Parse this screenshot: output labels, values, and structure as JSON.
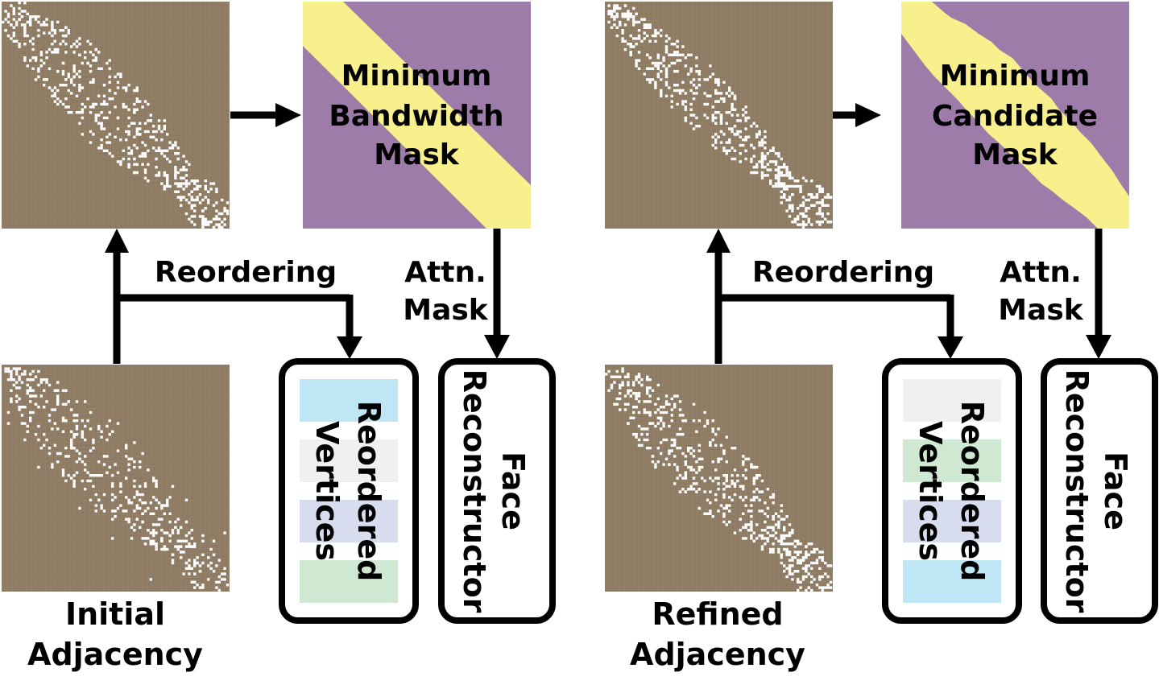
{
  "colors": {
    "matrix_bg": "#8e7b63",
    "matrix_dot": "#ffffff",
    "mask_outside": "#9e7ca9",
    "mask_band": "#f7f08d",
    "arrow": "#000000",
    "box_border": "#000000",
    "slot_blue": "#bfe6f5",
    "slot_gray": "#f0f0f2",
    "slot_lavender": "#d8dcef",
    "slot_green": "#cfe8d2"
  },
  "left": {
    "top_matrix": {
      "icon": "reordered-adjacency-matrix"
    },
    "mask": {
      "lines": [
        "Minimum",
        "Bandwidth",
        "Mask"
      ],
      "shape": "diagonal-band"
    },
    "reorder_label": "Reordering",
    "attn_label": [
      "Attn.",
      "Mask"
    ],
    "bottom_matrix": {
      "icon": "initial-adjacency-matrix"
    },
    "bottom_caption": [
      "Initial",
      "Adjacency"
    ],
    "vertices_box": {
      "lines": [
        "Reordered",
        "Vertices"
      ],
      "slots": [
        "blue",
        "gray",
        "lavender",
        "green"
      ]
    },
    "face_box": {
      "lines": [
        "Face",
        "Reconstructor"
      ]
    }
  },
  "right": {
    "top_matrix": {
      "icon": "reordered-adjacency-matrix"
    },
    "mask": {
      "lines": [
        "Minimum",
        "Candidate",
        "Mask"
      ],
      "shape": "irregular-band"
    },
    "reorder_label": "Reordering",
    "attn_label": [
      "Attn.",
      "Mask"
    ],
    "bottom_matrix": {
      "icon": "refined-adjacency-matrix"
    },
    "bottom_caption": [
      "Refined",
      "Adjacency"
    ],
    "vertices_box": {
      "lines": [
        "Reordered",
        "Vertices"
      ],
      "slots": [
        "gray",
        "green",
        "lavender",
        "blue"
      ]
    },
    "face_box": {
      "lines": [
        "Face",
        "Reconstructor"
      ]
    }
  }
}
